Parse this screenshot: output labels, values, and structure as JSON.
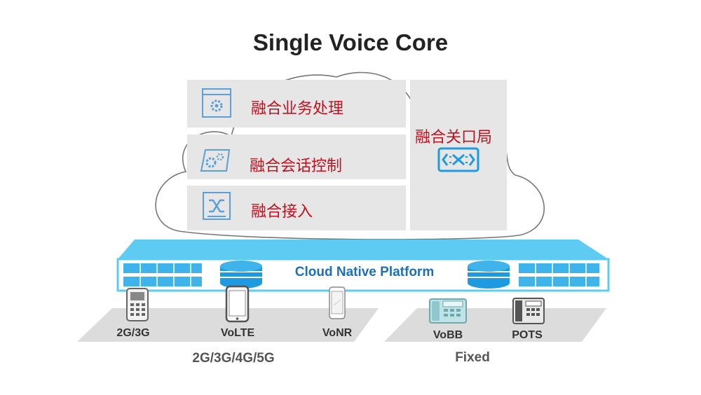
{
  "title": "Single Voice Core",
  "core": {
    "service_processing": "融合业务处理",
    "session_control": "融合会话控制",
    "access": "融合接入",
    "gateway": "融合关口局"
  },
  "icons": {
    "service_processing": "gear-window-icon",
    "session_control": "gears-icon",
    "access": "switch-icon",
    "gateway": "exchange-icon"
  },
  "platform": {
    "label": "Cloud Native Platform"
  },
  "mobile": {
    "devices": [
      "2G/3G",
      "VoLTE",
      "VoNR"
    ],
    "group": "2G/3G/4G/5G"
  },
  "fixed": {
    "devices": [
      "VoBB",
      "POTS"
    ],
    "group": "Fixed"
  },
  "colors": {
    "accent_red": "#c0121f",
    "platform_blue": "#4fc3f0",
    "icon_blue": "#1e9be0"
  }
}
